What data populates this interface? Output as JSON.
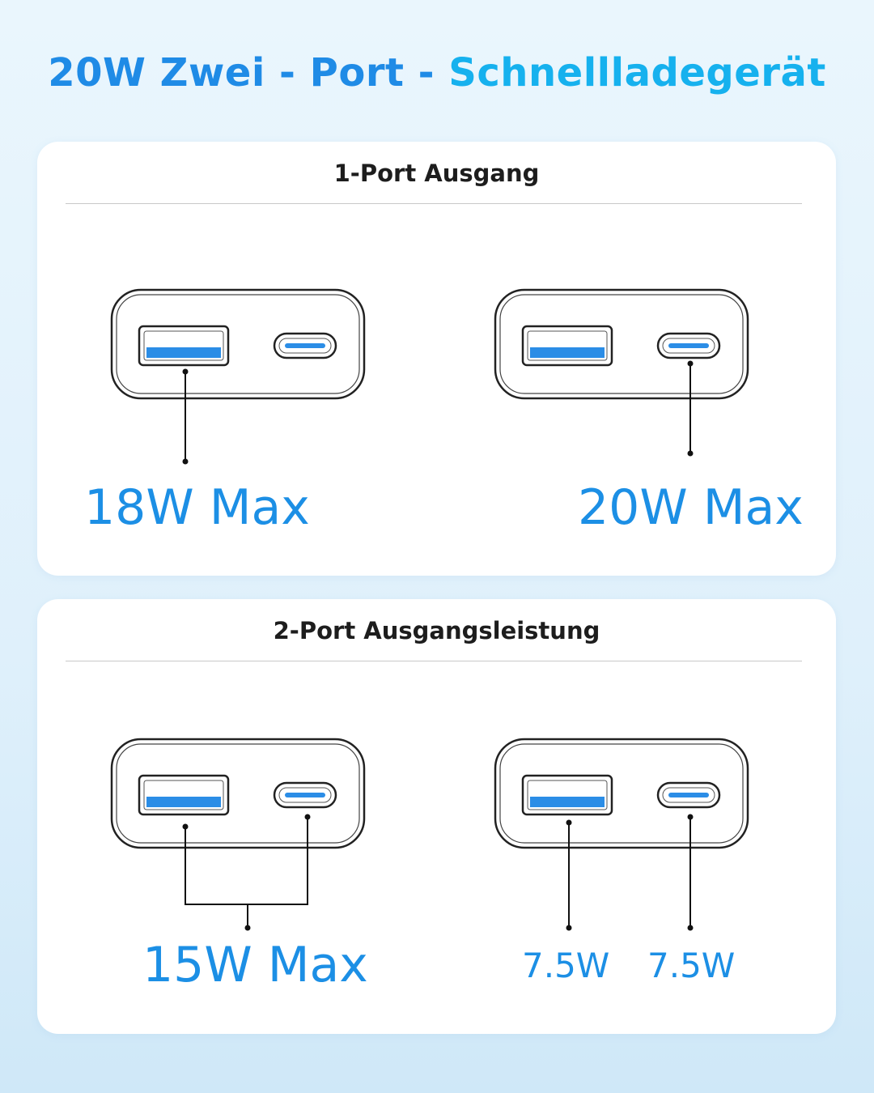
{
  "header": {
    "title_part1": "20W Zwei - Port - ",
    "title_part2": "Schnellladegerät"
  },
  "colors": {
    "accent_blue": "#1f8be6",
    "accent_cyan": "#16b1ee",
    "port_fill": "#2b8de6",
    "outline": "#222222"
  },
  "card1": {
    "title": "1-Port Ausgang",
    "left_label": "18W Max",
    "right_label": "20W Max"
  },
  "card2": {
    "title": "2-Port Ausgangsleistung",
    "left_label": "15W Max",
    "right_label_a": "7.5W",
    "right_label_b": "7.5W"
  }
}
